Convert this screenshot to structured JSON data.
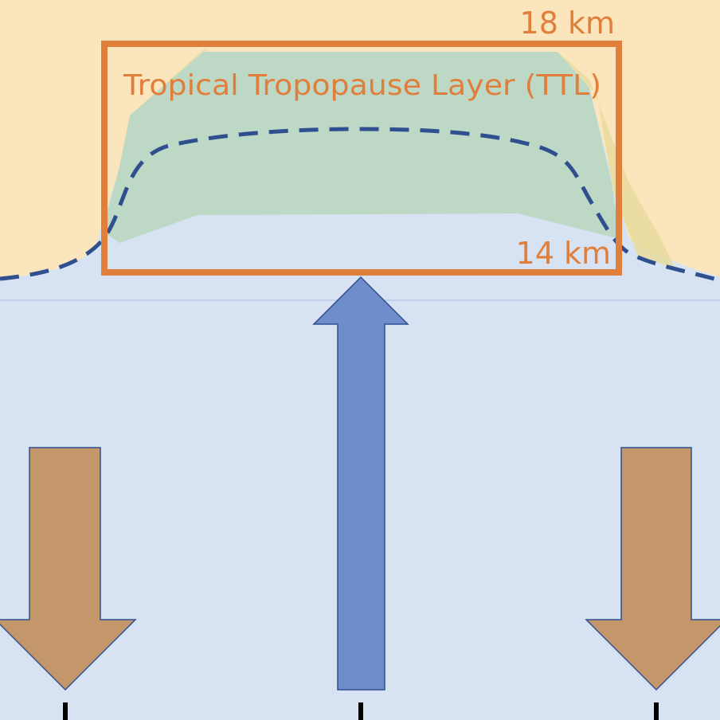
{
  "labels": {
    "top_altitude": "18 km",
    "bottom_altitude": "14 km",
    "layer_name": "Tropical Tropopause Layer (TTL)"
  },
  "colors": {
    "stratosphere_background": "#fbe5bd",
    "troposphere_background": "#d7e3f2",
    "ttl_shading": "#bdd8c5",
    "ttl_box_outline": "#e07e3c",
    "label_text": "#e07e3c",
    "tropopause_dashed_line": "#2f4f8f",
    "upwelling_arrow_fill": "#6f8dcb",
    "upwelling_arrow_outline": "#2f4f8f",
    "downwelling_arrow_fill": "#c4976b",
    "downwelling_arrow_outline": "#2f4f8f",
    "tick_marks": "#000000"
  }
}
